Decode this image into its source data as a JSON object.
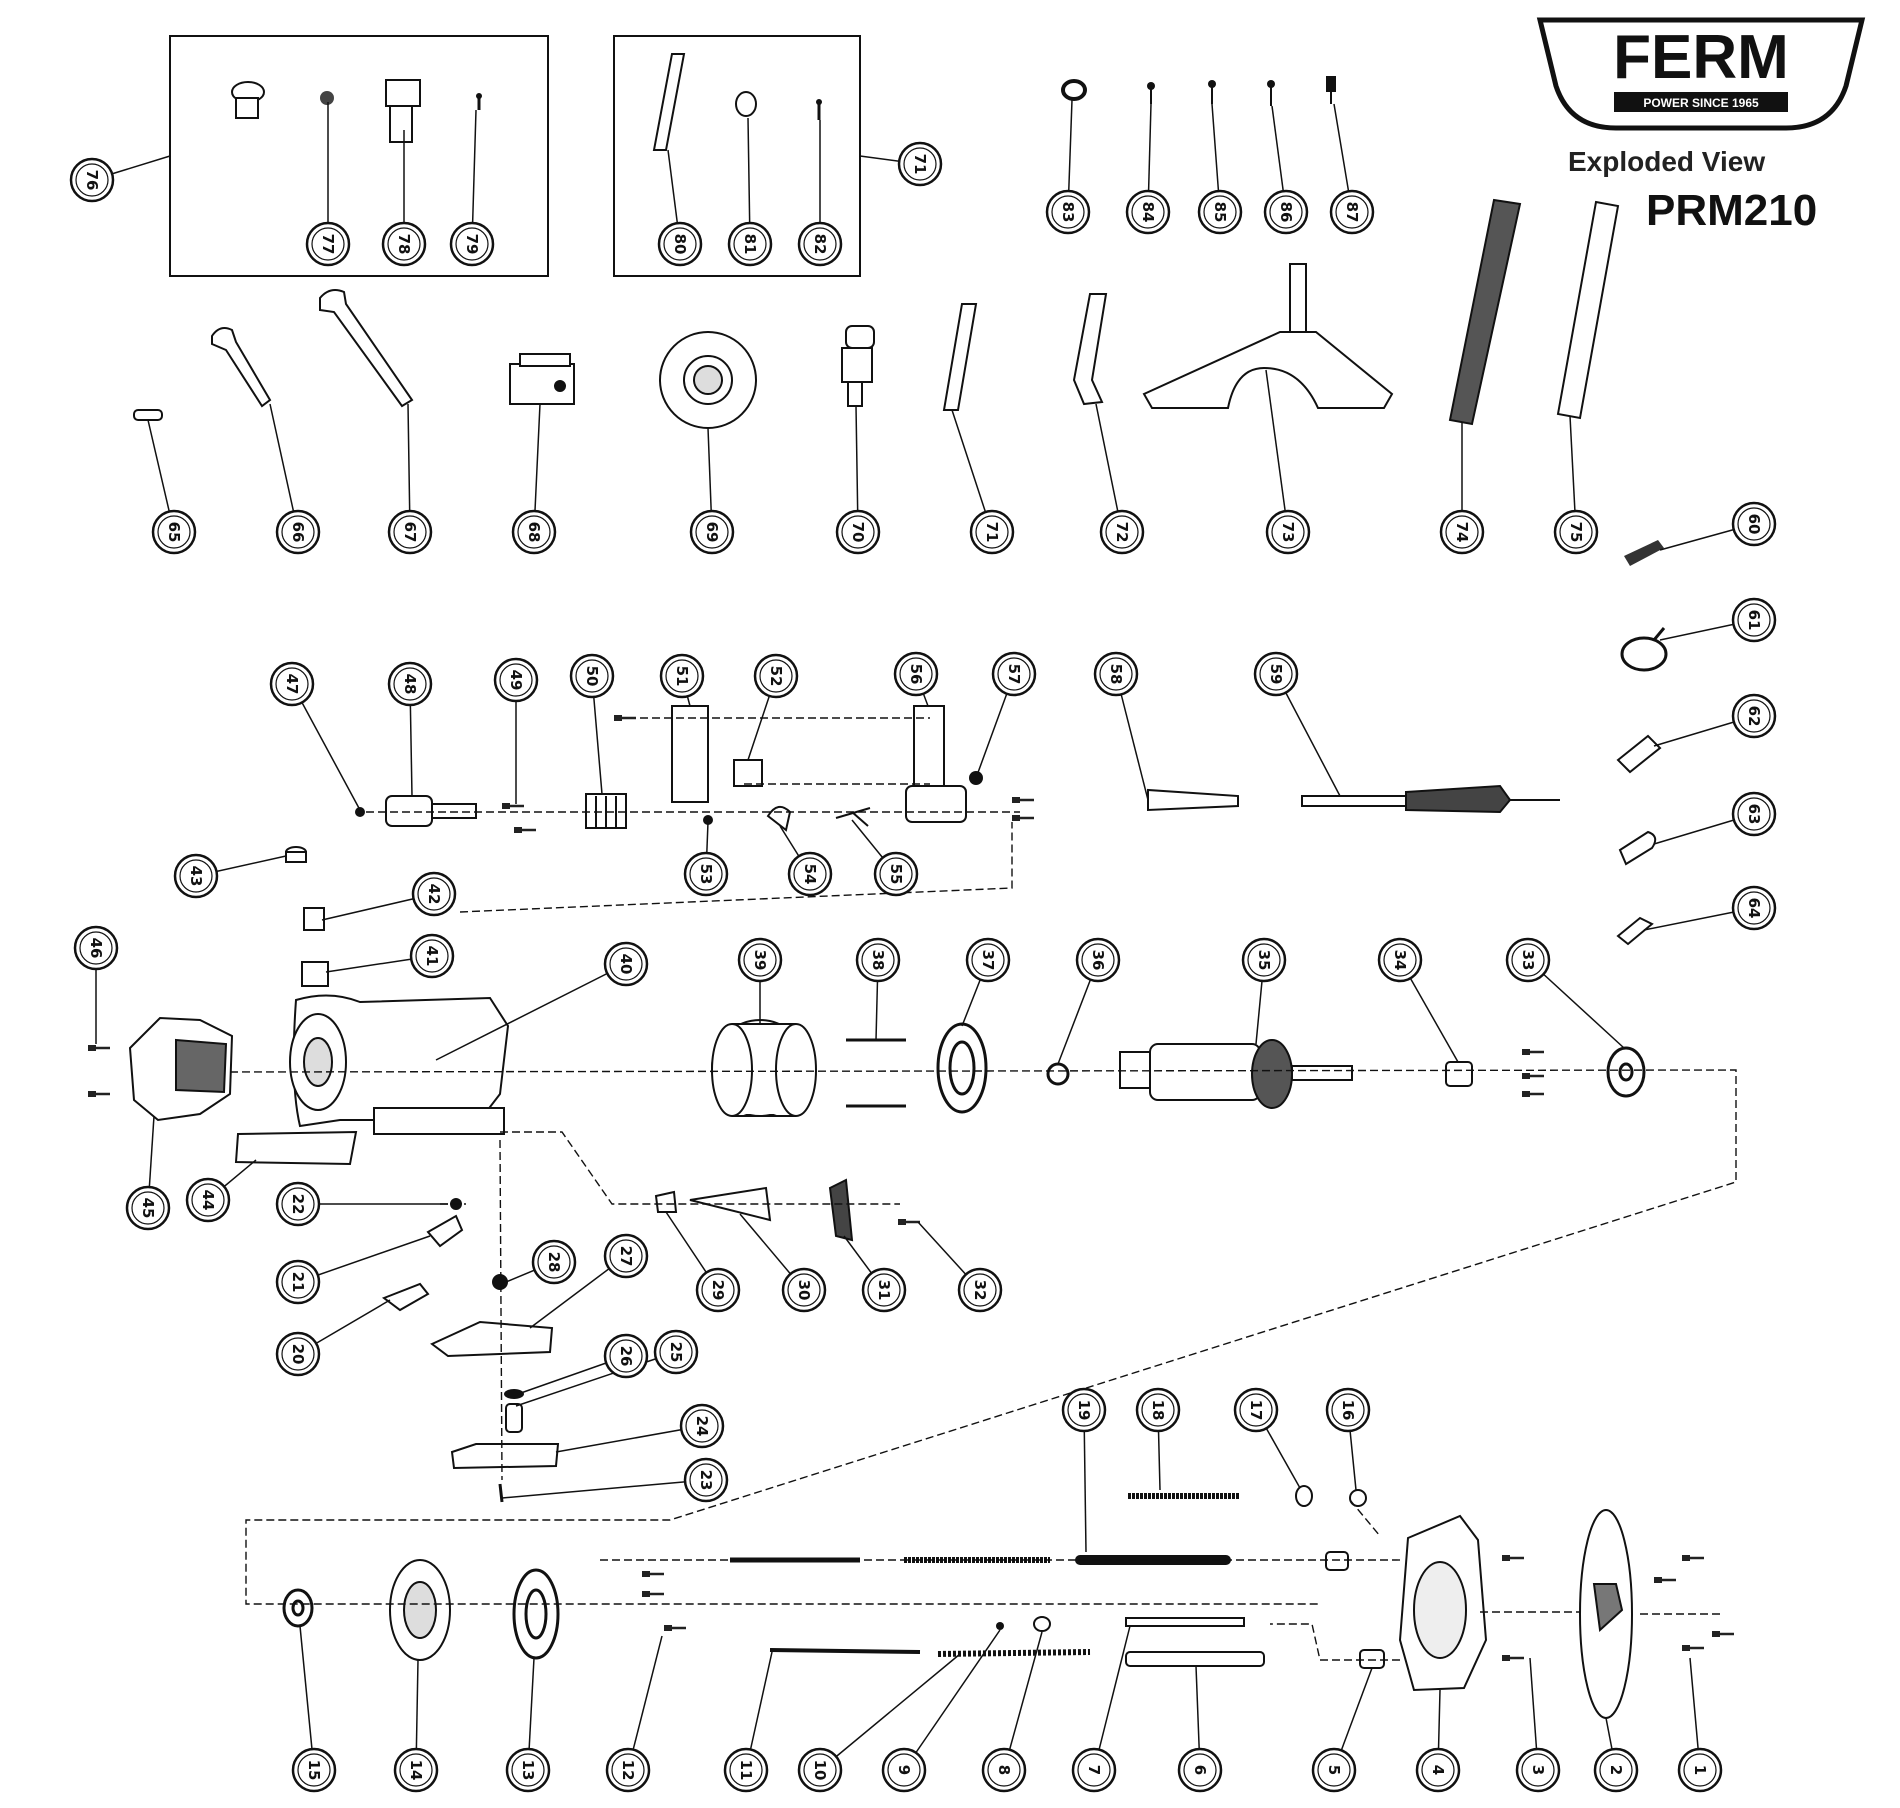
{
  "brand": {
    "name": "FERM",
    "slogan": "POWER SINCE 1965"
  },
  "header": {
    "title": "Exploded View",
    "model": "PRM210"
  },
  "parts": {
    "p1": "1",
    "p2": "2",
    "p3": "3",
    "p4": "4",
    "p5": "5",
    "p6": "6",
    "p7": "7",
    "p8": "8",
    "p9": "9",
    "p10": "10",
    "p11": "11",
    "p12": "12",
    "p13": "13",
    "p14": "14",
    "p15": "15",
    "p16": "16",
    "p17": "17",
    "p18": "18",
    "p19": "19",
    "p20": "20",
    "p21": "21",
    "p22": "22",
    "p23": "23",
    "p24": "24",
    "p25": "25",
    "p26": "26",
    "p27": "27",
    "p28": "28",
    "p29": "29",
    "p30": "30",
    "p31": "31",
    "p32": "32",
    "p33": "33",
    "p34": "34",
    "p35": "35",
    "p36": "36",
    "p37": "37",
    "p38": "38",
    "p39": "39",
    "p40": "40",
    "p41": "41",
    "p42": "42",
    "p43": "43",
    "p44": "44",
    "p45": "45",
    "p46": "46",
    "p47": "47",
    "p48": "48",
    "p49": "49",
    "p50": "50",
    "p51": "51",
    "p52": "52",
    "p53": "53",
    "p54": "54",
    "p55": "55",
    "p56": "56",
    "p57": "57",
    "p58": "58",
    "p59": "59",
    "p60": "60",
    "p61": "61",
    "p62": "62",
    "p63": "63",
    "p64": "64",
    "p65": "65",
    "p66": "66",
    "p67": "67",
    "p68": "68",
    "p69": "69",
    "p70": "70",
    "p71": "71",
    "p72": "72",
    "p73": "73",
    "p74": "74",
    "p75": "75",
    "p76": "76",
    "p77": "77",
    "p78": "78",
    "p79": "79",
    "p80": "80",
    "p81": "81",
    "p82": "82",
    "p83": "83",
    "p84": "84",
    "p85": "85",
    "p86": "86",
    "p87": "87"
  }
}
